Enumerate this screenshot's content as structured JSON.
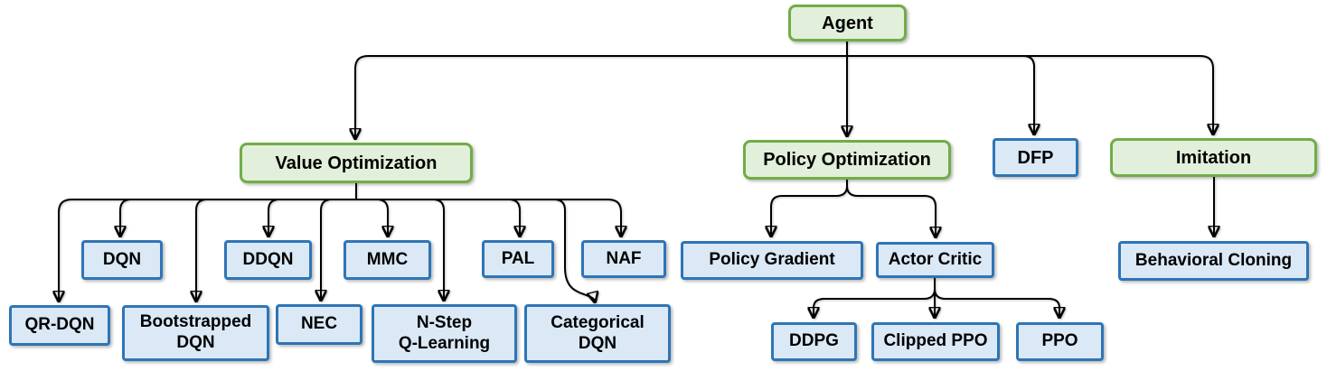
{
  "diagram": {
    "type": "tree",
    "background": "#ffffff",
    "colors": {
      "background": "#ffffff",
      "green_fill": "#e2efda",
      "green_border": "#70ad47",
      "blue_fill": "#dbe8f6",
      "blue_border": "#2e75b6",
      "line": "#000000",
      "text": "#000000"
    },
    "nodes": {
      "agent": {
        "label": "Agent",
        "type": "category"
      },
      "value_optimization": {
        "label": "Value Optimization",
        "type": "category"
      },
      "policy_optimization": {
        "label": "Policy Optimization",
        "type": "category"
      },
      "dfp": {
        "label": "DFP",
        "type": "algorithm"
      },
      "imitation": {
        "label": "Imitation",
        "type": "category"
      },
      "dqn": {
        "label": "DQN",
        "type": "algorithm"
      },
      "ddqn": {
        "label": "DDQN",
        "type": "algorithm"
      },
      "mmc": {
        "label": "MMC",
        "type": "algorithm"
      },
      "pal": {
        "label": "PAL",
        "type": "algorithm"
      },
      "naf": {
        "label": "NAF",
        "type": "algorithm"
      },
      "qr_dqn": {
        "label": "QR-DQN",
        "type": "algorithm"
      },
      "bootstrapped_dqn": {
        "label": "Bootstrapped\nDQN",
        "type": "algorithm"
      },
      "nec": {
        "label": "NEC",
        "type": "algorithm"
      },
      "n_step_q_learning": {
        "label": "N-Step\nQ-Learning",
        "type": "algorithm"
      },
      "categorical_dqn": {
        "label": "Categorical\nDQN",
        "type": "algorithm"
      },
      "policy_gradient": {
        "label": "Policy Gradient",
        "type": "algorithm"
      },
      "actor_critic": {
        "label": "Actor Critic",
        "type": "algorithm"
      },
      "ddpg": {
        "label": "DDPG",
        "type": "algorithm"
      },
      "clipped_ppo": {
        "label": "Clipped PPO",
        "type": "algorithm"
      },
      "ppo": {
        "label": "PPO",
        "type": "algorithm"
      },
      "behavioral_cloning": {
        "label": "Behavioral Cloning",
        "type": "algorithm"
      }
    },
    "edges": [
      {
        "from": "agent",
        "to": "value_optimization"
      },
      {
        "from": "agent",
        "to": "policy_optimization"
      },
      {
        "from": "agent",
        "to": "dfp"
      },
      {
        "from": "agent",
        "to": "imitation"
      },
      {
        "from": "value_optimization",
        "to": "dqn"
      },
      {
        "from": "value_optimization",
        "to": "ddqn"
      },
      {
        "from": "value_optimization",
        "to": "mmc"
      },
      {
        "from": "value_optimization",
        "to": "pal"
      },
      {
        "from": "value_optimization",
        "to": "naf"
      },
      {
        "from": "value_optimization",
        "to": "qr_dqn"
      },
      {
        "from": "value_optimization",
        "to": "bootstrapped_dqn"
      },
      {
        "from": "value_optimization",
        "to": "nec"
      },
      {
        "from": "value_optimization",
        "to": "n_step_q_learning"
      },
      {
        "from": "value_optimization",
        "to": "categorical_dqn"
      },
      {
        "from": "policy_optimization",
        "to": "policy_gradient"
      },
      {
        "from": "policy_optimization",
        "to": "actor_critic"
      },
      {
        "from": "actor_critic",
        "to": "ddpg"
      },
      {
        "from": "actor_critic",
        "to": "clipped_ppo"
      },
      {
        "from": "actor_critic",
        "to": "ppo"
      },
      {
        "from": "imitation",
        "to": "behavioral_cloning"
      }
    ]
  }
}
